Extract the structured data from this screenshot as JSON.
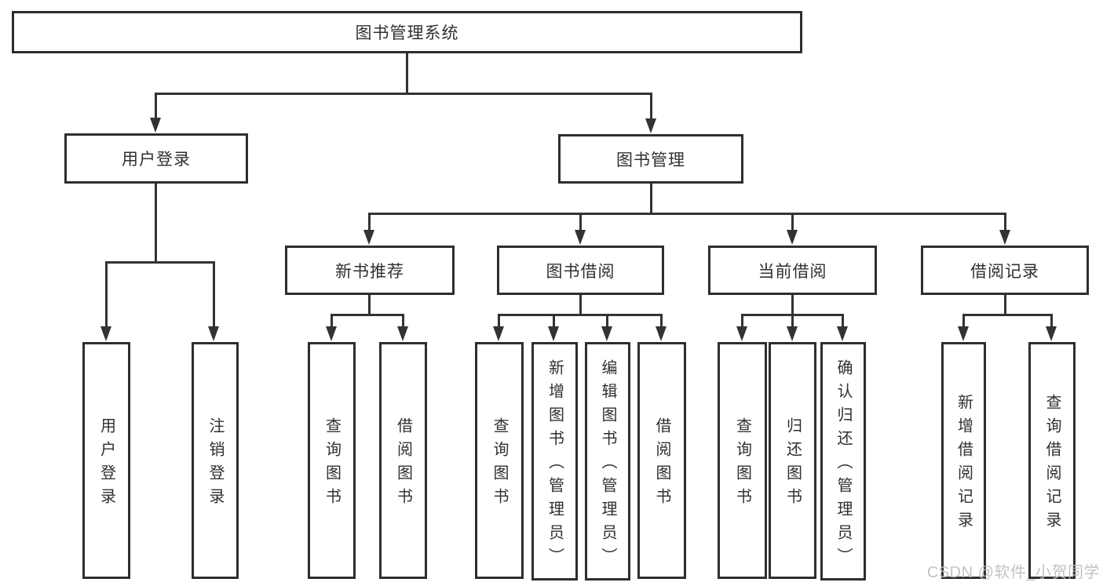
{
  "tree": {
    "root": {
      "label": "图书管理系统"
    },
    "branches": [
      {
        "label": "用户登录",
        "children": [
          {
            "label": "用户登录"
          },
          {
            "label": "注销登录"
          }
        ]
      },
      {
        "label": "图书管理",
        "children": [
          {
            "label": "新书推荐",
            "children": [
              {
                "label": "查询图书"
              },
              {
                "label": "借阅图书"
              }
            ]
          },
          {
            "label": "图书借阅",
            "children": [
              {
                "label": "查询图书"
              },
              {
                "label": "新增图书（管理员）"
              },
              {
                "label": "编辑图书（管理员）"
              },
              {
                "label": "借阅图书"
              }
            ]
          },
          {
            "label": "当前借阅",
            "children": [
              {
                "label": "查询图书"
              },
              {
                "label": "归还图书"
              },
              {
                "label": "确认归还（管理员）"
              }
            ]
          },
          {
            "label": "借阅记录",
            "children": [
              {
                "label": "新增借阅记录"
              },
              {
                "label": "查询借阅记录"
              }
            ]
          }
        ]
      }
    ]
  },
  "watermark": "CSDN @软件_小贺同学"
}
